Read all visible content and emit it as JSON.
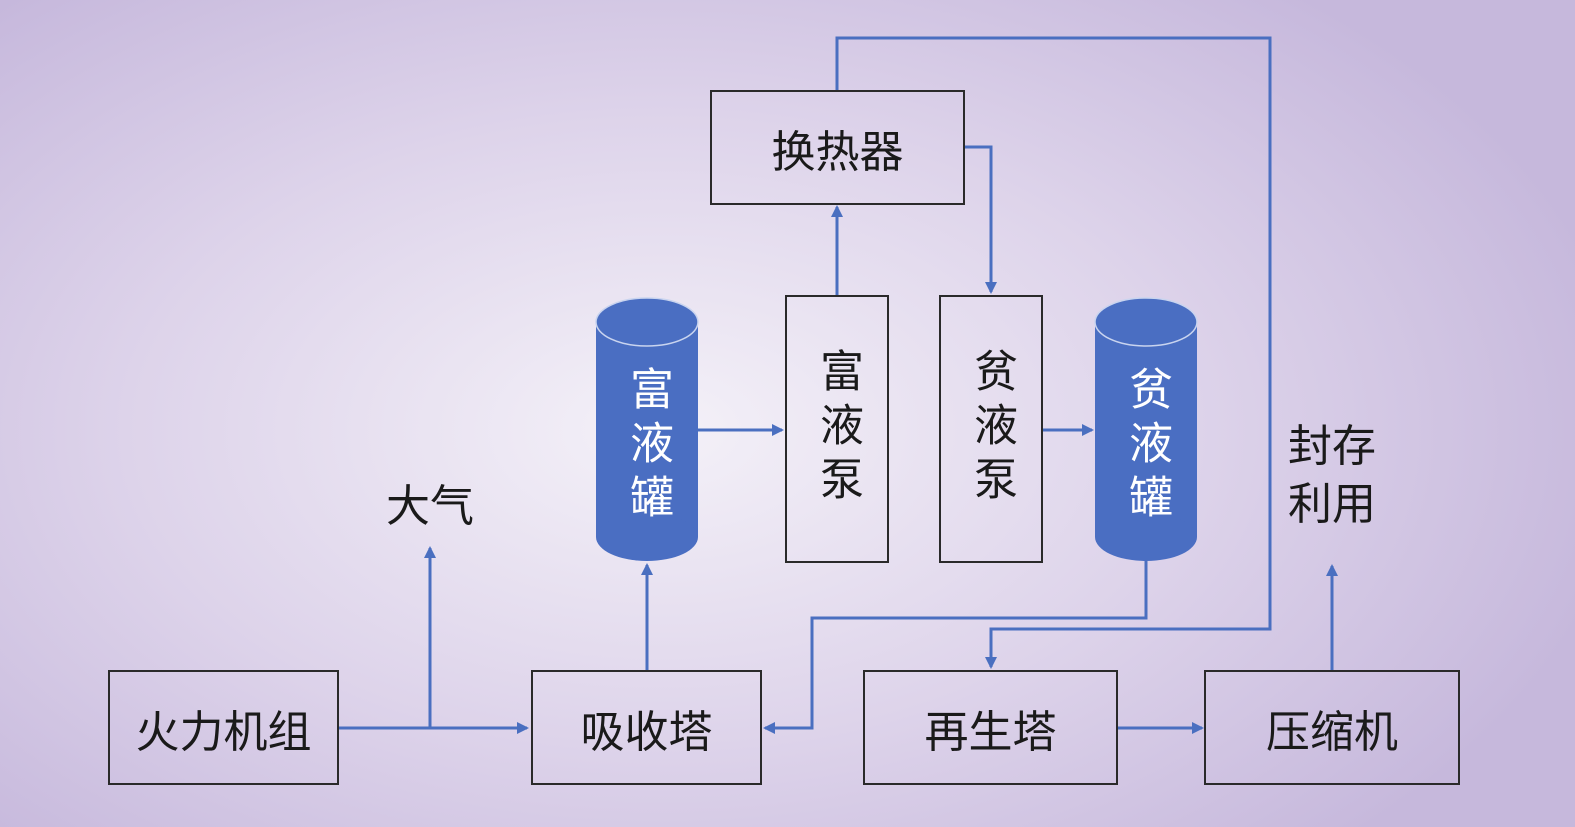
{
  "nodes": {
    "power_unit": "火力机组",
    "absorber": "吸收塔",
    "regenerator": "再生塔",
    "compressor": "压缩机",
    "heat_exchanger": "换热器",
    "rich_pump": "富液泵",
    "lean_pump": "贫液泵",
    "rich_tank": "富液罐",
    "lean_tank": "贫液罐"
  },
  "labels": {
    "atmosphere": "大气",
    "storage_line1": "封存",
    "storage_line2": "利用"
  },
  "colors": {
    "flow_line": "#4a6fc0",
    "tank_fill": "#4a6ec2",
    "box_border": "#2a2a2a"
  }
}
